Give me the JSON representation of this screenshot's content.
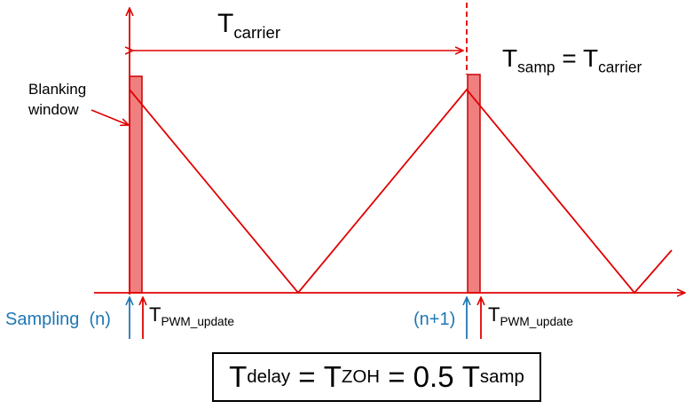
{
  "colors": {
    "signal": "#e00000",
    "blanking_fill": "#f08080",
    "sampling": "#1f77b4",
    "axis": "#e00000"
  },
  "labels": {
    "t_carrier": {
      "main": "T",
      "sub": "carrier"
    },
    "t_samp_eq": {
      "main1": "T",
      "sub1": "samp",
      "eq": " = ",
      "main2": "T",
      "sub2": "carrier"
    },
    "blanking_window": [
      "Blanking",
      "window"
    ],
    "sampling": "Sampling  (n)",
    "sample_n1": "(n+1)",
    "pwm_update": {
      "main": "T",
      "sub": "PWM_update"
    },
    "delay_eq": {
      "t1": "T",
      "s1": "delay",
      "eq1": " = ",
      "t2": "T",
      "s2": "ZOH",
      "eq2": " = 0.5 ",
      "t3": "T",
      "s3": "samp"
    }
  }
}
